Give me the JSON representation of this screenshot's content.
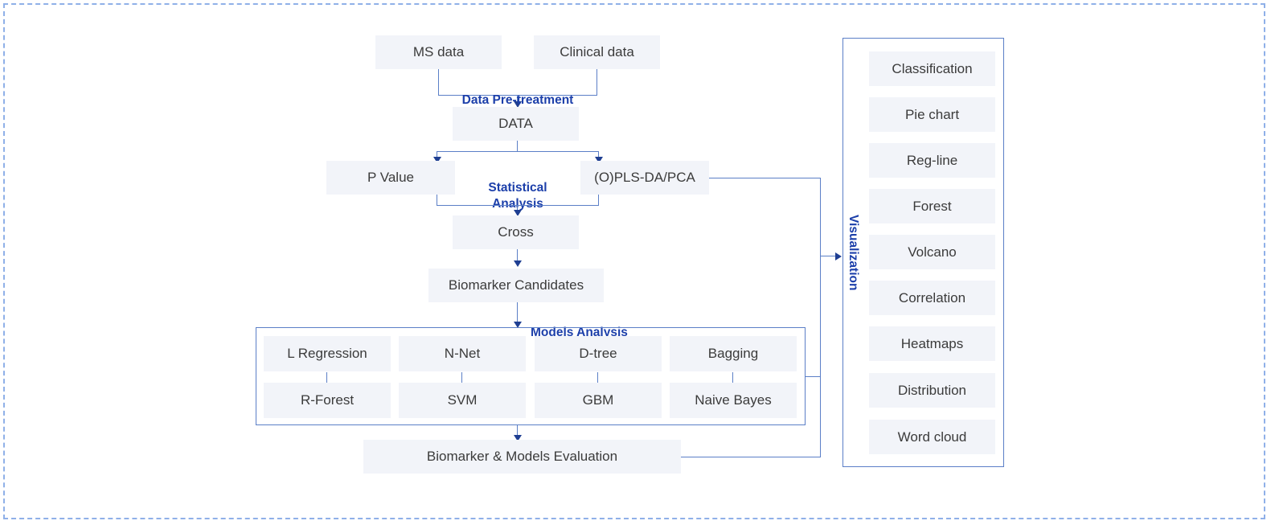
{
  "diagram": {
    "title": "Metabolomics biomarker discovery workflow",
    "colors": {
      "node_fill": "#f2f4f9",
      "node_text": "#3b3b3b",
      "accent_blue": "#1c3faa",
      "connector_blue": "#5b7fc7",
      "frame_dashed": "#8fb0e8",
      "canvas_background": "#ffffff"
    },
    "inputs": [
      {
        "label": "MS data"
      },
      {
        "label": "Clinical data"
      }
    ],
    "stages": {
      "data_pretreatment": "Data Pre-treatment",
      "statistical_analysis": "Statistical\nAnalysis",
      "models_analysis": "Models Analysis",
      "visualization": "Visualization"
    },
    "pipeline": {
      "data": "DATA",
      "p_value": "P Value",
      "pls_da_pca": "(O)PLS-DA/PCA",
      "cross": "Cross",
      "biomarker_candidates": "Biomarker Candidates",
      "evaluation": "Biomarker & Models Evaluation"
    },
    "models": {
      "row_top": [
        "L Regression",
        "N-Net",
        "D-tree",
        "Bagging"
      ],
      "row_bottom": [
        "R-Forest",
        "SVM",
        "GBM",
        "Naive Bayes"
      ]
    },
    "visualization_items": [
      "Classification",
      "Pie chart",
      "Reg-line",
      "Forest",
      "Volcano",
      "Correlation",
      "Heatmaps",
      "Distribution",
      "Word cloud"
    ]
  }
}
